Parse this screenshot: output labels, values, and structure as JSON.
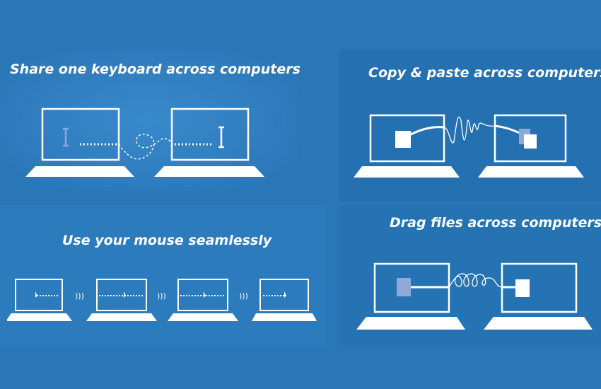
{
  "colors": {
    "background": "#2a77b8",
    "panel_dark": "#1f6aa9",
    "panel_light": "#3185c6",
    "line": "#ffffff",
    "ghost": "#8fa9d6"
  },
  "panels": [
    {
      "id": "keyboard",
      "title": "Share one keyboard across computers",
      "icon": "text-cursor-icon"
    },
    {
      "id": "clipboard",
      "title": "Copy & paste across computers",
      "icon": "document-icon"
    },
    {
      "id": "mouse",
      "title": "Use your mouse seamlessly",
      "icon": "mouse-pointer-icon"
    },
    {
      "id": "files",
      "title": "Drag files across computers",
      "icon": "file-icon"
    }
  ]
}
